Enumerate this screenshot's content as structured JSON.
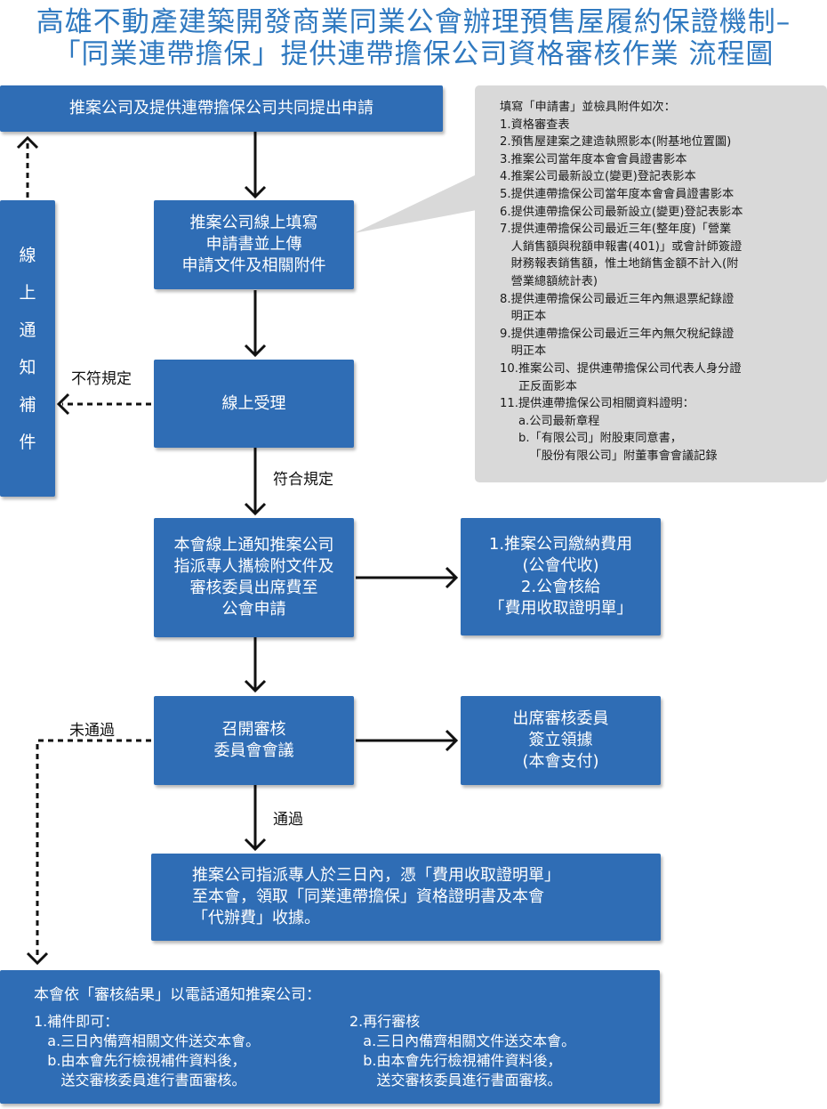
{
  "title": {
    "line1": "高雄不動產建築開發商業同業公會辦理預售屋履約保證機制–",
    "line2": "「同業連帶擔保」提供連帶擔保公司資格審核作業 流程圖"
  },
  "steps": {
    "apply": "推案公司及提供連帶擔保公司共同提出申請",
    "fill": [
      "推案公司線上填寫",
      "申請書並上傳",
      "申請文件及相關附件"
    ],
    "accept": "線上受理",
    "notify": [
      "本會線上通知推案公司",
      "指派專人攜檢附文件及",
      "審核委員出席費至",
      "公會申請"
    ],
    "fee": [
      "1.推案公司繳納費用",
      "(公會代收)",
      "2.公會核給",
      "「費用收取證明單」"
    ],
    "meeting": [
      "召開審核",
      "委員會會議"
    ],
    "attend": [
      "出席審核委員",
      "簽立領據",
      "(本會支付)"
    ],
    "collect": [
      "推案公司指派專人於三日內，憑「費用收取證明單」",
      "至本會，領取「同業連帶擔保」資格證明書及本會",
      "「代辦費」收據。"
    ]
  },
  "side_box": [
    "線",
    "上",
    "通",
    "知",
    "補",
    "件"
  ],
  "labels": {
    "noncompliant": "不符規定",
    "compliant": "符合規定",
    "not_passed": "未通過",
    "passed": "通過"
  },
  "note": [
    "填寫「申請書」並檢具附件如次：",
    "1.資格審查表",
    "2.預售屋建案之建造執照影本(附基地位置圖)",
    "3.推案公司當年度本會會員證書影本",
    "4.推案公司最新設立(變更)登記表影本",
    "5.提供連帶擔保公司當年度本會會員證書影本",
    "6.提供連帶擔保公司最新設立(變更)登記表影本",
    "7.提供連帶擔保公司最近三年(整年度)「營業",
    "   人銷售額與稅額申報書(401)」或會計師簽證",
    "   財務報表銷售額，惟土地銷售金額不計入(附",
    "   營業總額統計表)",
    "8.提供連帶擔保公司最近三年內無退票紀錄證",
    "   明正本",
    "9.提供連帶擔保公司最近三年內無欠稅紀錄證",
    "   明正本",
    "10.推案公司、提供連帶擔保公司代表人身分證",
    "     正反面影本",
    "11.提供連帶擔保公司相關資料證明：",
    "     a.公司最新章程",
    "     b.「有限公司」附股東同意書，",
    "        「股份有限公司」附董事會會議記錄"
  ],
  "final": {
    "heading": "本會依「審核結果」以電話通知推案公司：",
    "col1": [
      "1.補件即可：",
      "   a.三日內備齊相關文件送交本會。",
      "   b.由本會先行檢視補件資料後，",
      "      送交審核委員進行書面審核。"
    ],
    "col2": [
      "2.再行審核",
      "   a.三日內備齊相關文件送交本會。",
      "   b.由本會先行檢視補件資料後，",
      "      送交審核委員進行書面審核。"
    ]
  }
}
